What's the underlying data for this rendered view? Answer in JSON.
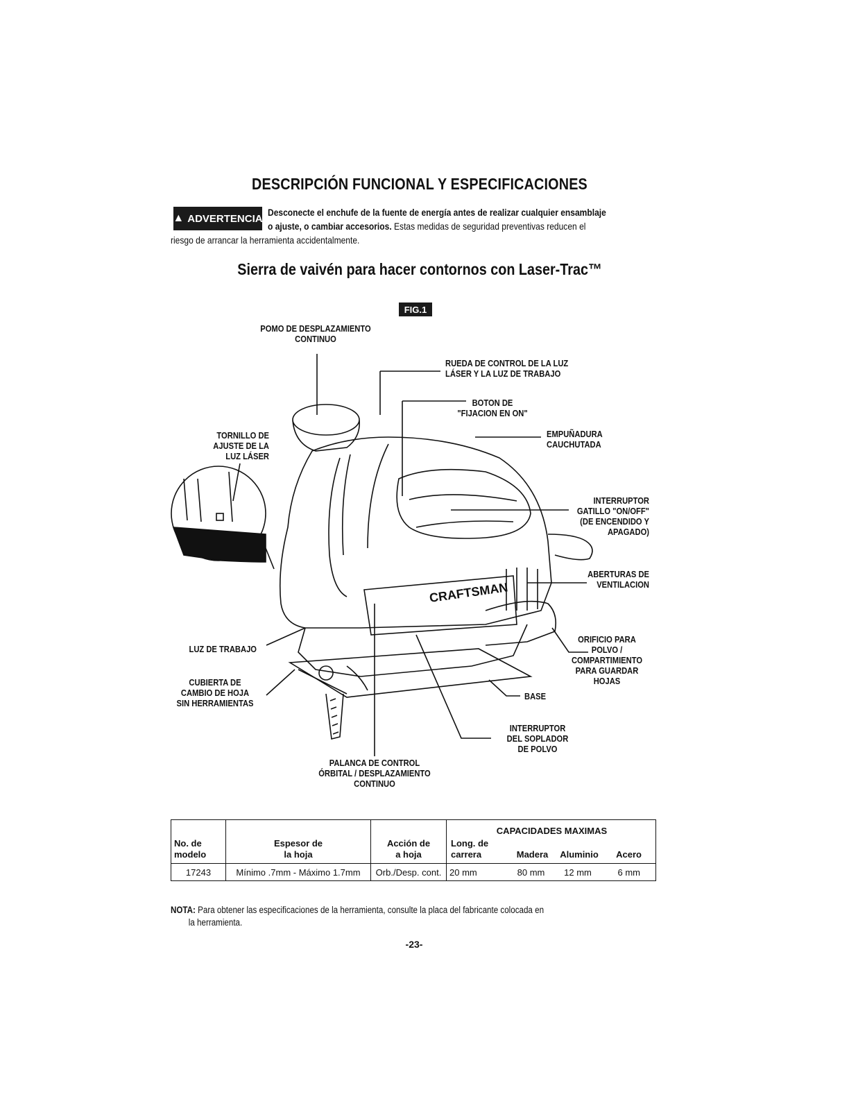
{
  "header": {
    "title": "DESCRIPCIÓN FUNCIONAL Y ESPECIFICACIONES"
  },
  "warning": {
    "badge": "ADVERTENCIA",
    "icon": "warning-triangle-icon",
    "line1": "Desconecte el enchufe de la fuente de energía antes de realizar cualquier ensamblaje",
    "line2_bold": "o ajuste, o cambiar accesorios.",
    "line2_rest": " Estas medidas de seguridad preventivas reducen el",
    "line3": "riesgo de arrancar la herramienta accidentalmente."
  },
  "subtitle": "Sierra de vaivén para hacer contornos con Laser-Trac™",
  "figure": {
    "label": "FIG.1",
    "brand": "CRAFTSMAN",
    "labels": {
      "pomo": "POMO DE DESPLAZAMIENTO\nCONTINUO",
      "rueda": "RUEDA DE CONTROL DE LA LUZ\nLÁSER Y LA LUZ DE TRABAJO",
      "boton": "BOTON DE\n\"FIJACION EN ON\"",
      "empunadura": "EMPUÑADURA\nCAUCHUTADA",
      "tornillo": "TORNILLO DE\nAJUSTE DE LA\nLUZ LÁSER",
      "interruptor_gatillo": "INTERRUPTOR\nGATILLO \"ON/OFF\"\n(DE ENCENDIDO Y\nAPAGADO)",
      "aberturas": "ABERTURAS DE\nVENTILACION",
      "orificio": "ORIFICIO PARA\nPOLVO /\nCOMPARTIMIENTO\nPARA GUARDAR\nHOJAS",
      "luz_trabajo": "LUZ DE TRABAJO",
      "cubierta": "CUBIERTA DE\nCAMBIO DE HOJA\nSIN HERRAMIENTAS",
      "base": "BASE",
      "soplador": "INTERRUPTOR\nDEL SOPLADOR\nDE POLVO",
      "palanca": "PALANCA DE CONTROL\nÓRBITAL / DESPLAZAMIENTO\nCONTINUO"
    }
  },
  "table": {
    "headers": {
      "model": "No. de\nmodelo",
      "thickness": "Espesor de\nla hoja",
      "action": "Acción de\na hoja",
      "capacities": "CAPACIDADES MAXIMAS",
      "stroke": "Long. de\ncarrera",
      "wood": "Madera",
      "aluminum": "Aluminio",
      "steel": "Acero"
    },
    "row": {
      "model": "17243",
      "thickness": "Mínimo .7mm - Máximo 1.7mm",
      "action": "Orb./Desp. cont.",
      "stroke": "20 mm",
      "wood": "80 mm",
      "aluminum": "12 mm",
      "steel": "6 mm"
    }
  },
  "note": {
    "label": "NOTA:",
    "line1": " Para obtener las especificaciones de la herramienta, consulte la placa del fabricante colocada en",
    "line2": "la herramienta."
  },
  "page_number": "-23-"
}
